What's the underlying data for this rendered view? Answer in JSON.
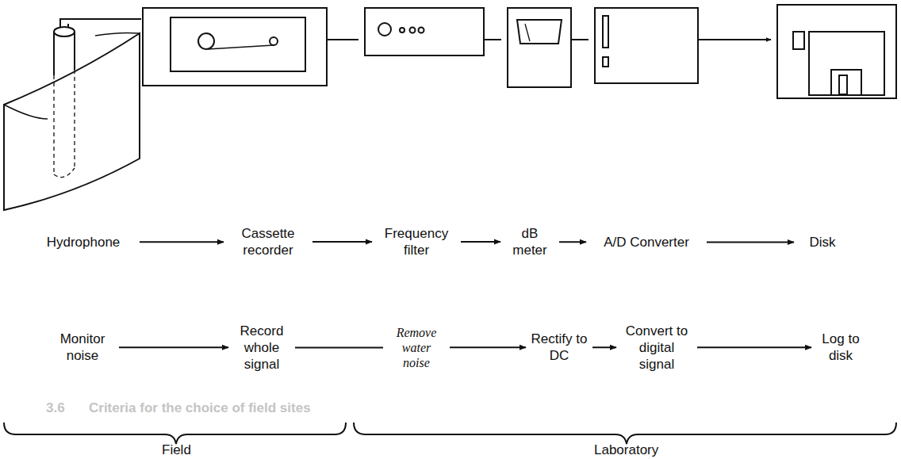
{
  "diagram": {
    "nodes": [
      {
        "text": [
          "Hydrophone"
        ]
      },
      {
        "text": [
          "Cassette recorder"
        ]
      },
      {
        "text": [
          "Frequency filter"
        ]
      },
      {
        "text": [
          "dB meter"
        ]
      },
      {
        "text": [
          "A/D Converter"
        ]
      },
      {
        "text": [
          "Disk"
        ]
      },
      {
        "text": [
          "Monitor noise"
        ]
      },
      {
        "text": [
          "Record whole signal"
        ]
      },
      {
        "text": [
          "Remove water noise"
        ]
      },
      {
        "text": [
          "Rectify to DC"
        ]
      },
      {
        "text": [
          "Convert to digital signal"
        ]
      },
      {
        "text": [
          "Log to disk"
        ]
      }
    ],
    "edges": [
      {
        "from": 0,
        "to": 1,
        "arrow": "to"
      },
      {
        "from": 1,
        "to": 2,
        "arrow": "to"
      },
      {
        "from": 2,
        "to": 3,
        "arrow": "to"
      },
      {
        "from": 3,
        "to": 4,
        "arrow": "to"
      },
      {
        "from": 4,
        "to": 5,
        "arrow": "to"
      },
      {
        "from": 6,
        "to": 7,
        "arrow": "to"
      },
      {
        "from": 7,
        "to": 8,
        "arrow": "none"
      },
      {
        "from": 8,
        "to": 9,
        "arrow": "to"
      },
      {
        "from": 9,
        "to": 10,
        "arrow": "to"
      },
      {
        "from": 10,
        "to": 11,
        "arrow": "to"
      }
    ],
    "labels": [
      "Field",
      "Laboratory",
      "3.6",
      "Criteria for the choice of field sites"
    ]
  }
}
